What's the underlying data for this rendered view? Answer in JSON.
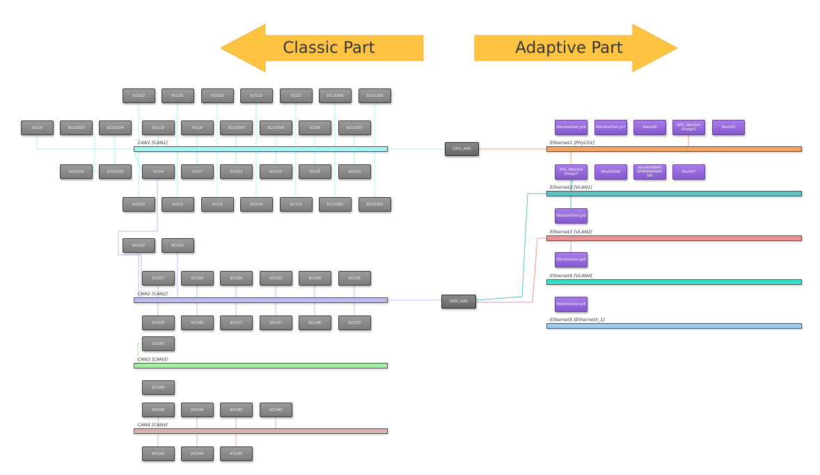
{
  "arrows": {
    "left": "Classic Part",
    "right": "Adaptive Part"
  },
  "colors": {
    "arrow_fill": "#ffc442",
    "can1": "#a3f5f5",
    "can2": "#bcbcf2",
    "can3": "#a3f2a3",
    "can4": "#d9b3b3",
    "eth1": "#f5a45c",
    "eth2": "#5cc2c2",
    "eth3": "#f09090",
    "eth4": "#33e0c8",
    "eth5": "#99ccf0",
    "machine": "#8a5cd6"
  },
  "buses": [
    {
      "id": "can1",
      "label": "CAN1 [CAN1]"
    },
    {
      "id": "can2",
      "label": "CAN2 [CAN2]"
    },
    {
      "id": "can3",
      "label": "CAN3 [CAN3]"
    },
    {
      "id": "can4",
      "label": "CAN4 [CAN4]"
    },
    {
      "id": "eth1",
      "label": "Ethernet1 [PhyCh1]"
    },
    {
      "id": "eth2",
      "label": "Ethernet2 [VLAN1]"
    },
    {
      "id": "eth3",
      "label": "Ethernet3 [VLAN2]"
    },
    {
      "id": "eth4",
      "label": "Ethernet4 [VLAN4]"
    },
    {
      "id": "eth5",
      "label": "Ethernet5 [Ethernet5_1]"
    }
  ],
  "gateways": [
    {
      "id": "gw1",
      "label": "GW1_AdG"
    },
    {
      "id": "gw2",
      "label": "GW2_AdG"
    }
  ],
  "ecus": [
    {
      "id": "e01",
      "label": "ECU52"
    },
    {
      "id": "e02",
      "label": "ECU51"
    },
    {
      "id": "e03",
      "label": "ECU10"
    },
    {
      "id": "e04",
      "label": "ECU12"
    },
    {
      "id": "e05",
      "label": "ECU2"
    },
    {
      "id": "e06",
      "label": "ECU1006"
    },
    {
      "id": "e07",
      "label": "ECU1005"
    },
    {
      "id": "e08",
      "label": "ECU9"
    },
    {
      "id": "e09",
      "label": "ECU1003"
    },
    {
      "id": "e10",
      "label": "ECU1004"
    },
    {
      "id": "e11",
      "label": "ECU18"
    },
    {
      "id": "e12",
      "label": "ECU8"
    },
    {
      "id": "e13",
      "label": "ECU1009"
    },
    {
      "id": "e14",
      "label": "ECU1008"
    },
    {
      "id": "e15",
      "label": "ECU6"
    },
    {
      "id": "e16",
      "label": "ECU1007"
    },
    {
      "id": "e17",
      "label": "ECU100"
    },
    {
      "id": "e18",
      "label": "ECU1010"
    },
    {
      "id": "e19",
      "label": "ECU4"
    },
    {
      "id": "e20",
      "label": "ECU7"
    },
    {
      "id": "e21",
      "label": "ECU13"
    },
    {
      "id": "e22",
      "label": "ECU19"
    },
    {
      "id": "e23",
      "label": "ECU5"
    },
    {
      "id": "e24",
      "label": "ECU10"
    },
    {
      "id": "e25",
      "label": "ECU15"
    },
    {
      "id": "e26",
      "label": "ECU3"
    },
    {
      "id": "e27",
      "label": "ECU1"
    },
    {
      "id": "e28",
      "label": "ECU14"
    },
    {
      "id": "e29",
      "label": "ECU11"
    },
    {
      "id": "e30",
      "label": "ECU1001"
    },
    {
      "id": "e31",
      "label": "ECU1000"
    },
    {
      "id": "e32",
      "label": "ECU22"
    },
    {
      "id": "e33",
      "label": "ECU21"
    },
    {
      "id": "e34",
      "label": "ECU27"
    },
    {
      "id": "e35",
      "label": "ECU26"
    },
    {
      "id": "e36",
      "label": "ECU30"
    },
    {
      "id": "e37",
      "label": "ECU31"
    },
    {
      "id": "e38",
      "label": "ECU28"
    },
    {
      "id": "e39",
      "label": "ECU31"
    },
    {
      "id": "e40",
      "label": "ECU25"
    },
    {
      "id": "e41",
      "label": "ECU33"
    },
    {
      "id": "e42",
      "label": "ECU17"
    },
    {
      "id": "e43",
      "label": "ECU37"
    },
    {
      "id": "e44",
      "label": "ECU36"
    },
    {
      "id": "e45",
      "label": "ECU32"
    },
    {
      "id": "e46",
      "label": "ECU51"
    },
    {
      "id": "e47",
      "label": "ECU50"
    },
    {
      "id": "e48",
      "label": "ECU45"
    },
    {
      "id": "e49",
      "label": "ECU44"
    },
    {
      "id": "e50",
      "label": "ECU42"
    },
    {
      "id": "e51",
      "label": "ECU40"
    },
    {
      "id": "e52",
      "label": "ECU33"
    },
    {
      "id": "e53",
      "label": "ECU43"
    },
    {
      "id": "e54",
      "label": "ECU41"
    }
  ],
  "machines": [
    {
      "id": "m01",
      "label": "MachineDesi gn6"
    },
    {
      "id": "m02",
      "label": "MachineDesi gn7"
    },
    {
      "id": "m03",
      "label": "Mach08"
    },
    {
      "id": "m04",
      "label": "AF5_Machine Design1"
    },
    {
      "id": "m05",
      "label": "Mach03"
    },
    {
      "id": "m06",
      "label": "AF6_Machine Design2"
    },
    {
      "id": "m07",
      "label": "MachDsbl6"
    },
    {
      "id": "m08",
      "label": "MachDi0RRR RRRRRRRRR RR"
    },
    {
      "id": "m09",
      "label": "Mach07"
    },
    {
      "id": "m10",
      "label": "MachineDesi gn3"
    },
    {
      "id": "m11",
      "label": "MachineDesi gn4"
    },
    {
      "id": "m12",
      "label": "MachineDesi gn5"
    }
  ]
}
